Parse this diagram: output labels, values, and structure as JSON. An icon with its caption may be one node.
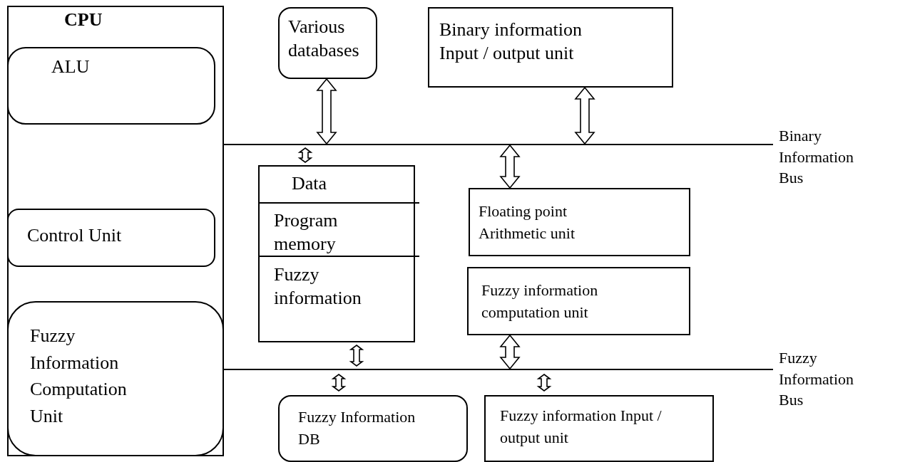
{
  "diagram": {
    "nodes": [
      {
        "text": [
          "CPU"
        ]
      },
      {
        "text": [
          "ALU"
        ],
        "in": 0
      },
      {
        "text": [
          "Control Unit"
        ],
        "in": 0
      },
      {
        "text": [
          "Fuzzy Information Computation Unit"
        ],
        "in": 0
      },
      {
        "text": [
          "Various databases"
        ]
      },
      {
        "text": [
          "Binary information Input / output unit"
        ]
      },
      {
        "text": [],
        "shape": "bar",
        "beside": [
          "Binary Information Bus"
        ]
      },
      {
        "text": [
          "Data",
          "Program memory",
          "Fuzzy information"
        ]
      },
      {
        "text": [
          "Floating point Arithmetic unit"
        ]
      },
      {
        "text": [
          "Fuzzy information computation unit"
        ]
      },
      {
        "text": [],
        "shape": "bar",
        "beside": [
          "Fuzzy Information Bus"
        ]
      },
      {
        "text": [
          "Fuzzy Information DB"
        ]
      },
      {
        "text": [
          "Fuzzy information Input / output unit"
        ]
      }
    ],
    "edges": [
      {
        "from": 4,
        "to": 6,
        "arrow": "both"
      },
      {
        "from": 5,
        "to": 6,
        "arrow": "both"
      },
      {
        "from": 6,
        "to": 7,
        "arrow": "both"
      },
      {
        "from": 6,
        "to": 8,
        "arrow": "both"
      },
      {
        "from": 7,
        "to": 10,
        "arrow": "both"
      },
      {
        "from": 9,
        "to": 10,
        "arrow": "both"
      },
      {
        "from": 10,
        "to": 11,
        "arrow": "both"
      },
      {
        "from": 10,
        "to": 12,
        "arrow": "both"
      }
    ]
  }
}
